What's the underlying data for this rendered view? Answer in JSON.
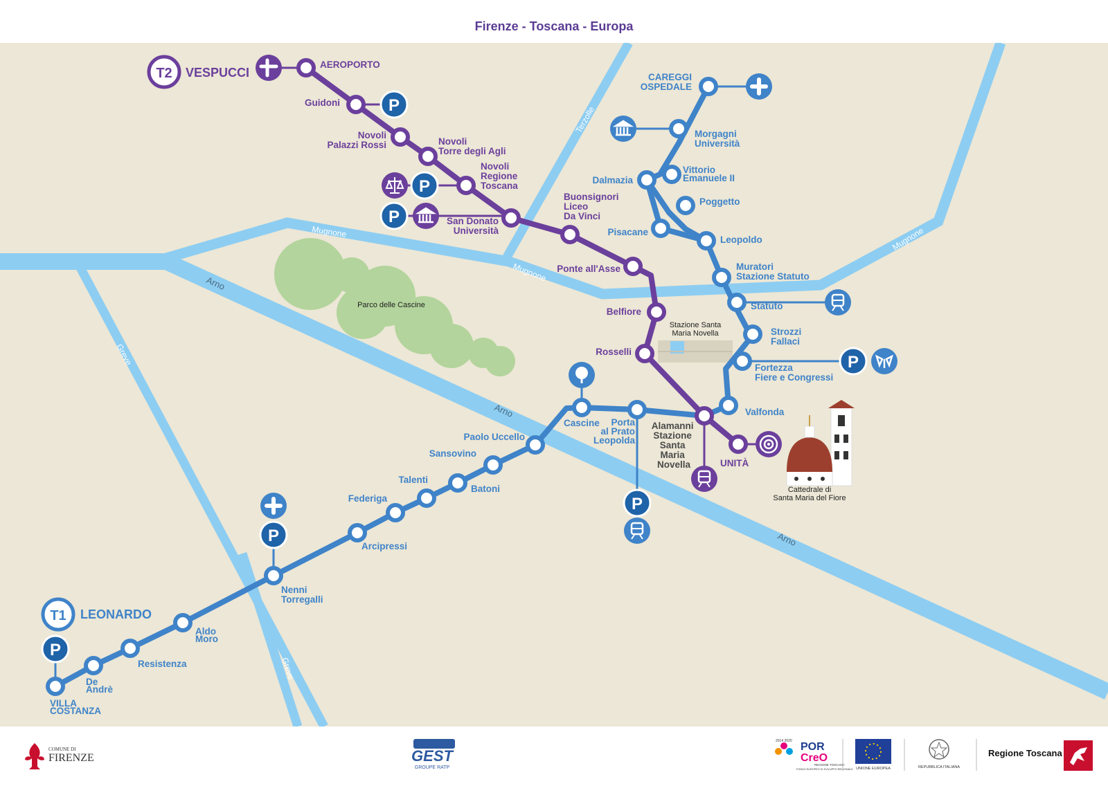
{
  "header": {
    "title": "Firenze - Toscana - Europa"
  },
  "colors": {
    "t1": "#3f83c9",
    "t2": "#6b3f9c",
    "river": "#8dcdf2",
    "land": "#ece7d6",
    "park": "#b3d49c",
    "cathedral_dome": "#9c3f2e"
  },
  "lines": {
    "t1": {
      "badge": "T1",
      "name": "LEONARDO"
    },
    "t2": {
      "badge": "T2",
      "name": "VESPUCCI"
    }
  },
  "stations": {
    "aeroporto": "AEROPORTO",
    "guidoni": "Guidoni",
    "novoli_palazzi": [
      "Novoli",
      "Palazzi Rossi"
    ],
    "novoli_torre": [
      "Novoli",
      "Torre degli Agli"
    ],
    "novoli_regione": [
      "Novoli",
      "Regione",
      "Toscana"
    ],
    "san_donato": [
      "San Donato",
      "Università"
    ],
    "buonsignori": [
      "Buonsignori",
      "Liceo",
      "Da Vinci"
    ],
    "ponte_asse": "Ponte all'Asse",
    "belfiore": "Belfiore",
    "rosselli": "Rosselli",
    "unita": "UNITÀ",
    "careggi": [
      "CAREGGI",
      "OSPEDALE"
    ],
    "morgagni": [
      "Morgagni",
      "Università"
    ],
    "dalmazia": "Dalmazia",
    "vittorio": [
      "Vittorio",
      "Emanuele II"
    ],
    "poggetto": "Poggetto",
    "pisacane": "Pisacane",
    "leopoldo": "Leopoldo",
    "muratori": [
      "Muratori",
      "Stazione Statuto"
    ],
    "statuto": "Statuto",
    "strozzi": [
      "Strozzi",
      "Fallaci"
    ],
    "fortezza": [
      "Fortezza",
      "Fiere e Congressi"
    ],
    "valfonda": "Valfonda",
    "alamanni": [
      "Alamanni",
      "Stazione",
      "Santa",
      "Maria",
      "Novella"
    ],
    "cascine": "Cascine",
    "porta_prato": [
      "Porta",
      "al Prato",
      "Leopolda"
    ],
    "paolo_uccello": "Paolo Uccello",
    "sansovino": "Sansovino",
    "talenti": "Talenti",
    "batoni": "Batoni",
    "federiga": "Federiga",
    "arcipressi": "Arcipressi",
    "nenni": [
      "Nenni",
      "Torregalli"
    ],
    "aldo_moro": [
      "Aldo",
      "Moro"
    ],
    "resistenza": "Resistenza",
    "de_andre": [
      "De",
      "Andrè"
    ],
    "villa_costanza": [
      "VILLA",
      "COSTANZA"
    ]
  },
  "places": {
    "parco": "Parco delle Cascine",
    "smn": [
      "Stazione Santa",
      "Maria Novella"
    ],
    "cathedral": [
      "Cattedrale di",
      "Santa Maria del Fiore"
    ]
  },
  "rivers": {
    "mugnone": "Mugnone",
    "arno": "Arno",
    "greve": "Greve",
    "terzolle": "Terzolle"
  },
  "icons": {
    "parking_letter": "P",
    "list": [
      "airport-icon",
      "parking-icon",
      "hospital-icon",
      "museum-icon",
      "justice-icon",
      "train-icon",
      "tree-icon",
      "target-icon",
      "fair-icon"
    ]
  },
  "footer": {
    "comune_small": "COMUNE DI",
    "comune_big": "FIRENZE",
    "gest": "GEST",
    "gest_sub": "GROUPE",
    "gest_ratp": "RATP",
    "por": "POR",
    "creo": "CreO",
    "por_years": "2014 2020",
    "por_sub1": "REGIONE TOSCANA",
    "por_sub2": "FONDO EUROPEO DI SVILUPPO REGIONALE",
    "ue": "UNIONE EUROPEA",
    "repubblica": "REPUBBLICA ITALIANA",
    "regione": "Regione Toscana"
  }
}
